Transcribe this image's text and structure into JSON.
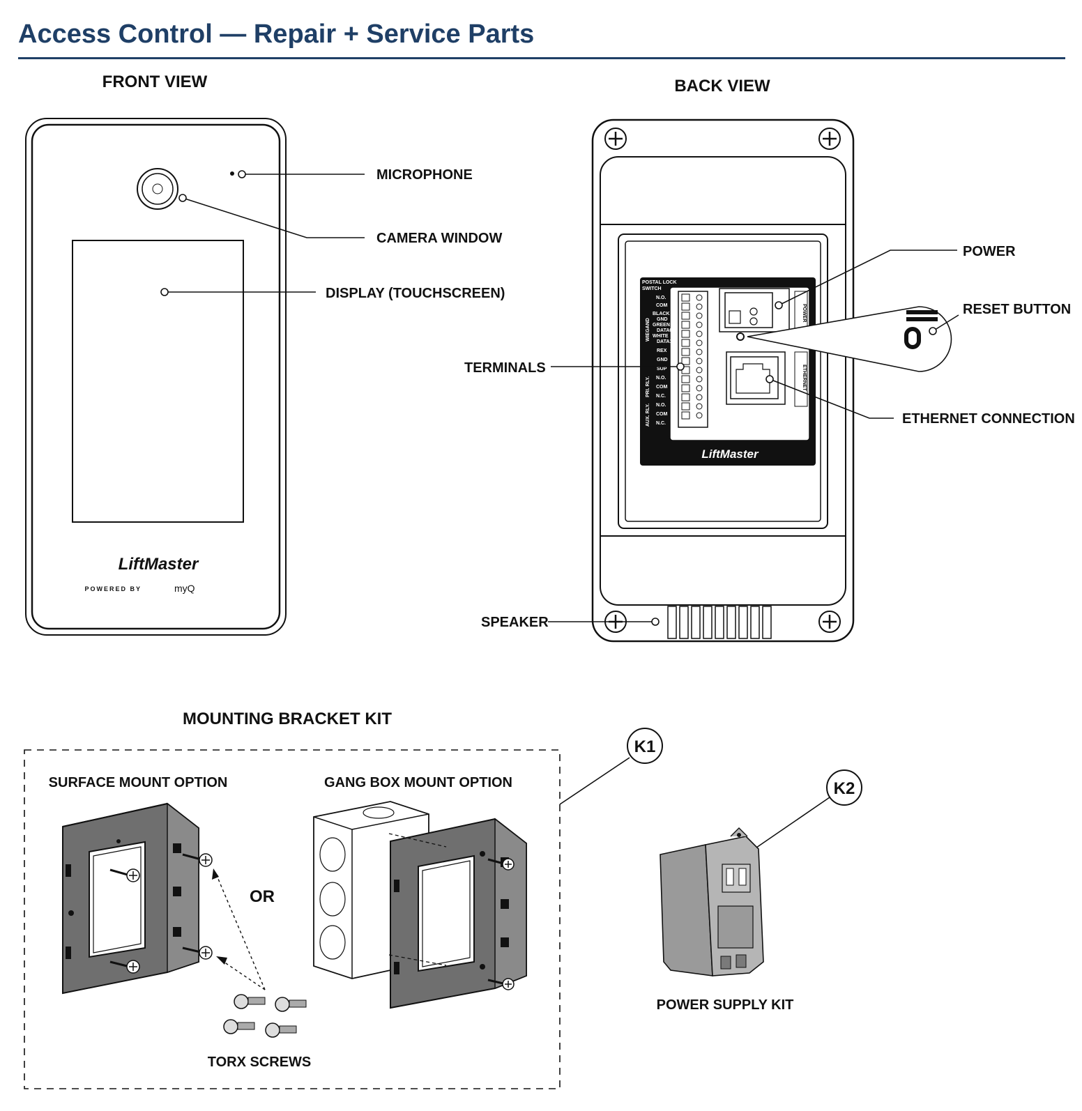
{
  "header": {
    "title": "Access Control — Repair + Service Parts"
  },
  "front_view": {
    "heading": "FRONT VIEW",
    "callouts": {
      "microphone": "MICROPHONE",
      "camera_window": "CAMERA WINDOW",
      "display": "DISPLAY (TOUCHSCREEN)"
    },
    "brand": "LiftMaster",
    "powered_by": "POWERED BY",
    "powered_brand": "myQ"
  },
  "back_view": {
    "heading": "BACK VIEW",
    "callouts": {
      "power": "POWER",
      "reset_button": "RESET BUTTON",
      "terminals": "TERMINALS",
      "ethernet": "ETHERNET CONNECTION",
      "speaker": "SPEAKER"
    },
    "brand": "LiftMaster",
    "terminal_labels": [
      "POSTAL LOCK",
      "SWITCH",
      "N.O.",
      "COM",
      "BLACK",
      "GND",
      "GREEN",
      "DATA0",
      "WHITE",
      "DATA1",
      "REX",
      "GND",
      "SUP",
      "N.O.",
      "COM",
      "N.C.",
      "N.O.",
      "COM",
      "N.C."
    ],
    "group_labels": [
      "WIEGAND",
      "PRI. RLY.",
      "AUX. RLY."
    ],
    "side_labels": [
      "POWER",
      "ETHERNET"
    ]
  },
  "kits": {
    "mounting_heading": "MOUNTING BRACKET KIT",
    "surface_mount": "SURFACE MOUNT OPTION",
    "gang_box_mount": "GANG BOX MOUNT OPTION",
    "or_text": "OR",
    "torx_screws": "TORX SCREWS",
    "k1": "K1",
    "k2": "K2",
    "power_supply_kit": "POWER SUPPLY KIT"
  }
}
